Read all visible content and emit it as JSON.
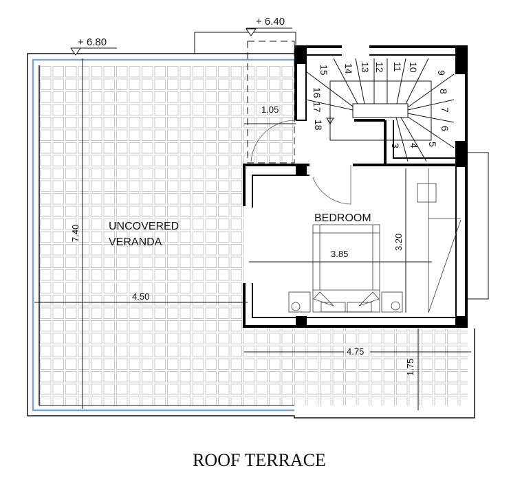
{
  "title": "ROOF TERRACE",
  "rooms": {
    "veranda_line1": "UNCOVERED",
    "veranda_line2": "VERANDA",
    "bedroom": "BEDROOM"
  },
  "levels": {
    "terrace": "+ 6.80",
    "stair_top": "+ 6.40"
  },
  "dimensions": {
    "veranda_height": "7.40",
    "veranda_width": "4.50",
    "door_width": "1.05",
    "bedroom_width": "3.85",
    "bedroom_depth": "3.20",
    "front_terrace_width": "4.75",
    "front_terrace_depth": "1.75"
  },
  "stairs": {
    "steps": [
      "3",
      "4",
      "5",
      "6",
      "7",
      "8",
      "9",
      "10",
      "11",
      "12",
      "13",
      "14",
      "15",
      "16",
      "17",
      "18"
    ]
  },
  "colors": {
    "wall": "#000000",
    "parapet_line": "#7ea6cc",
    "tile": "#cfcfcf"
  }
}
